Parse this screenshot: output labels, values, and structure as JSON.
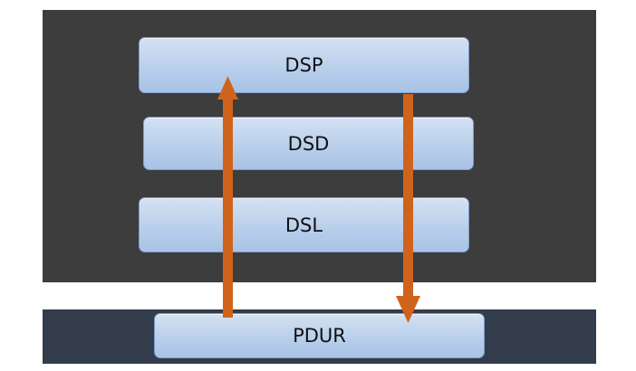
{
  "colors": {
    "top_panel": "#3d3d3d",
    "bottom_panel": "#323c4a",
    "arrow": "#d0631c",
    "box_fill": "#b9cfeb",
    "box_border": "#7d9ec9"
  },
  "layers": {
    "dsp": "DSP",
    "dsd": "DSD",
    "dsl": "DSL"
  },
  "bottom_layer": {
    "pdur": "PDUR"
  },
  "arrows": [
    {
      "name": "upward-arrow",
      "direction": "up",
      "from": "PDUR",
      "to": "DSP"
    },
    {
      "name": "downward-arrow",
      "direction": "down",
      "from": "DSP",
      "to": "PDUR"
    }
  ]
}
